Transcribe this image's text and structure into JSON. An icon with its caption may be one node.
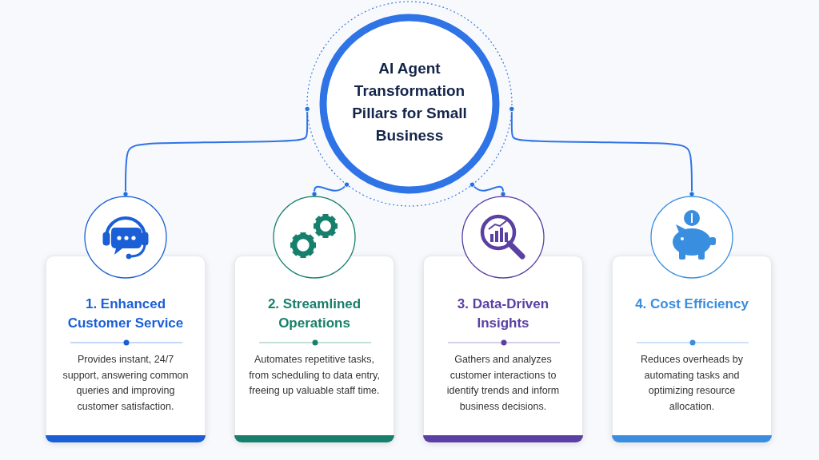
{
  "diagram": {
    "nodes": [
      {
        "text": [
          "AI Agent Transformation Pillars for Small Business"
        ]
      },
      {
        "text": [],
        "shape": "circle"
      },
      {
        "text": [
          "1. Enhanced Customer Service",
          "Provides instant, 24/7 support, answering common queries and improving customer satisfaction."
        ]
      },
      {
        "text": [],
        "shape": "circle"
      },
      {
        "text": [
          "2. Streamlined Operations",
          "Automates repetitive tasks, from scheduling to data entry, freeing up valuable staff time."
        ]
      },
      {
        "text": [],
        "shape": "circle"
      },
      {
        "text": [
          "3. Data-Driven Insights",
          "Gathers and analyzes customer interactions to identify trends and inform business decisions."
        ]
      },
      {
        "text": [],
        "shape": "circle"
      },
      {
        "text": [
          "4. Cost Efficiency",
          "Reduces overheads by automating tasks and optimizing resource allocation."
        ]
      }
    ],
    "edges": [
      {
        "from": 0,
        "to": 1,
        "arrow": "other"
      },
      {
        "from": 0,
        "to": 3,
        "arrow": "other"
      },
      {
        "from": 0,
        "to": 5,
        "arrow": "other"
      },
      {
        "from": 0,
        "to": 7,
        "arrow": "other"
      }
    ]
  }
}
